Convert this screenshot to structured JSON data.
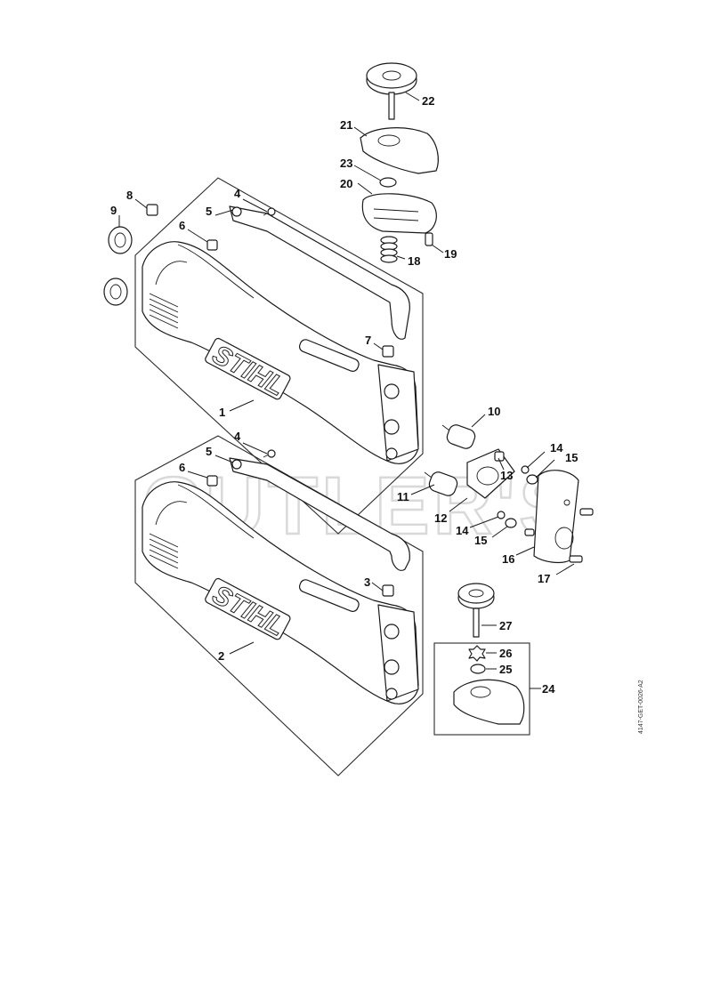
{
  "watermark": "CUTLER'S",
  "brand_logo": "STIHL",
  "drawing_code": "4147-GET-0026-A2",
  "callouts": {
    "c1": "1",
    "c2": "2",
    "c3": "3",
    "c4a": "4",
    "c4b": "4",
    "c5a": "5",
    "c5b": "5",
    "c6a": "6",
    "c6b": "6",
    "c7": "7",
    "c8": "8",
    "c9": "9",
    "c10": "10",
    "c11": "11",
    "c12": "12",
    "c13": "13",
    "c14a": "14",
    "c14b": "14",
    "c15a": "15",
    "c15b": "15",
    "c16": "16",
    "c17": "17",
    "c18": "18",
    "c19": "19",
    "c20": "20",
    "c21": "21",
    "c22": "22",
    "c23": "23",
    "c24": "24",
    "c25": "25",
    "c26": "26",
    "c27": "27"
  }
}
